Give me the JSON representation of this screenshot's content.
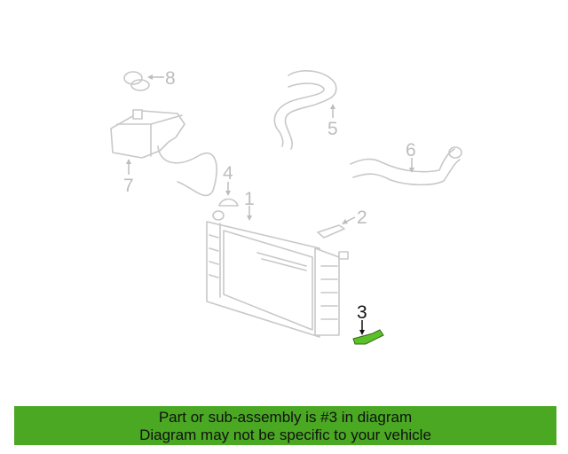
{
  "diagram": {
    "callouts": [
      "1",
      "2",
      "3",
      "4",
      "5",
      "6",
      "7",
      "8"
    ],
    "highlighted_callout": "3",
    "highlight_color": "#5cc02a",
    "part_line_color": "#c8c8c8"
  },
  "banner": {
    "line1": "Part or sub-assembly is #3 in diagram",
    "line2": "Diagram may not be specific to your vehicle",
    "background": "#4aa823"
  }
}
